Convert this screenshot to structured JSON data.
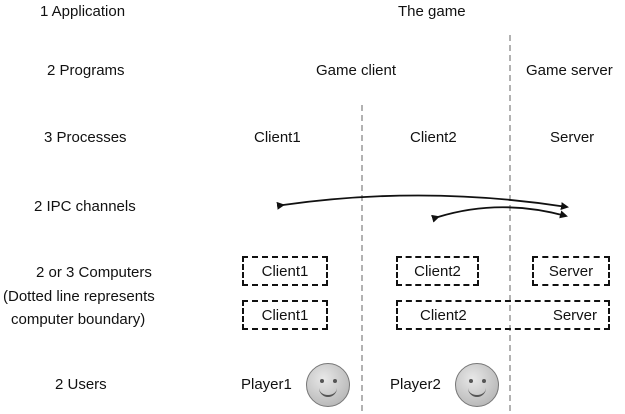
{
  "rows": {
    "application": "1 Application",
    "programs": "2 Programs",
    "processes": "3 Processes",
    "ipc": "2 IPC channels",
    "computers_line1": "2 or 3 Computers",
    "computers_line2": "(Dotted line represents",
    "computers_line3": "computer boundary)",
    "users": "2 Users"
  },
  "application": {
    "name": "The game"
  },
  "programs": {
    "client": "Game client",
    "server": "Game server"
  },
  "processes": {
    "client1": "Client1",
    "client2": "Client2",
    "server": "Server"
  },
  "computers": {
    "row1": {
      "box1": "Client1",
      "box2": "Client2",
      "box3": "Server"
    },
    "row2": {
      "box1": "Client1",
      "box2_left": "Client2",
      "box2_right": "Server"
    }
  },
  "users": {
    "player1": "Player1",
    "player2": "Player2"
  },
  "icons": {
    "user_icon": "smiley-face-icon"
  }
}
